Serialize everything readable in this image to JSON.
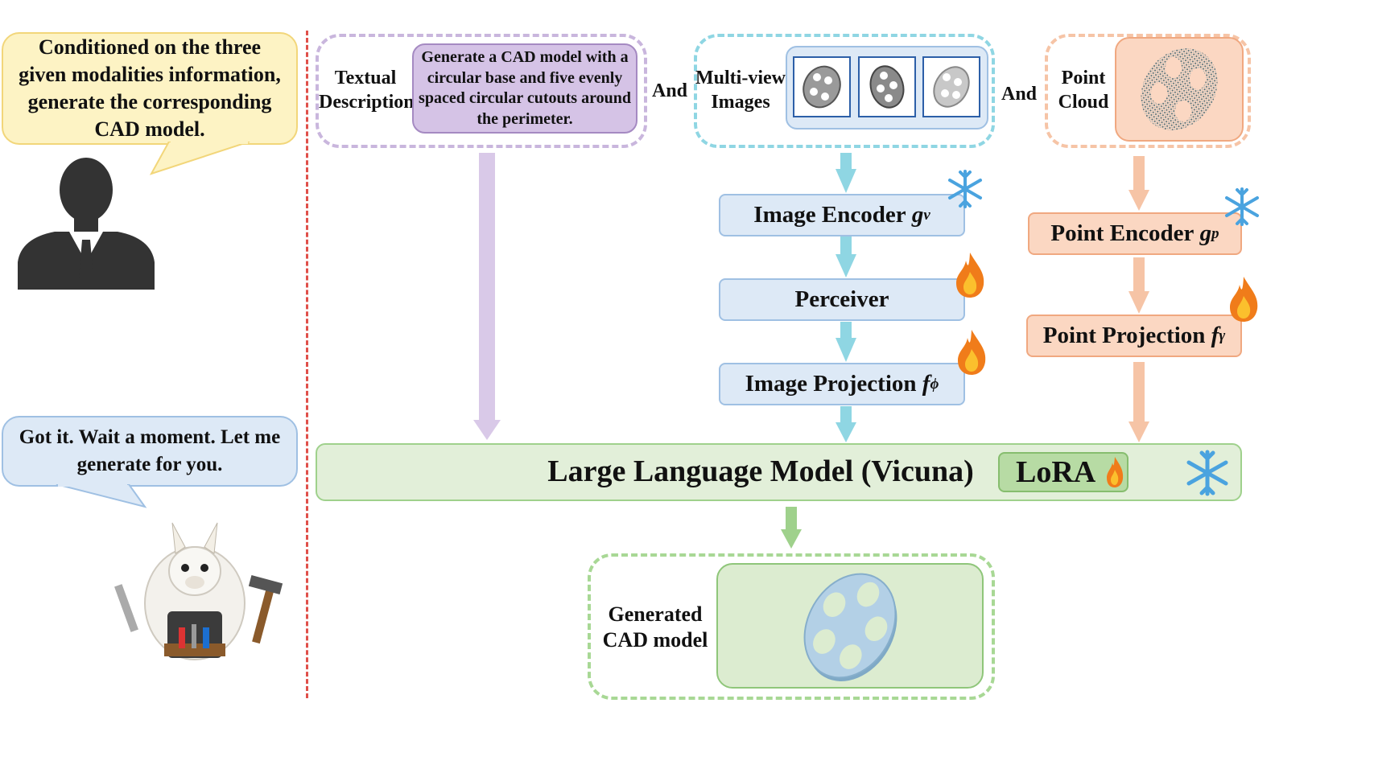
{
  "user_bubble": {
    "text": "Conditioned on the three given modalities information, generate the corresponding CAD model."
  },
  "assistant_bubble": {
    "text": "Got it. Wait a moment. Let me generate for you."
  },
  "textual": {
    "label": "Textual Description",
    "prompt": "Generate a CAD model with a circular base and five evenly spaced circular cutouts around the perimeter."
  },
  "and_1": "And",
  "and_2": "And",
  "multiview": {
    "label": "Multi-view Images"
  },
  "pointcloud": {
    "label": "Point Cloud"
  },
  "blocks": {
    "image_encoder": {
      "text": "Image Encoder ",
      "sym": "g",
      "sub": "v"
    },
    "perceiver": "Perceiver",
    "image_projection": {
      "text": "Image Projection ",
      "sym": "f",
      "sub": "ϕ"
    },
    "point_encoder": {
      "text": "Point Encoder ",
      "sym": "g",
      "sub": "p"
    },
    "point_projection": {
      "text": "Point Projection ",
      "sym": "f",
      "sub": "γ"
    }
  },
  "llm": {
    "label": "Large Language Model (Vicuna)",
    "lora": "LoRA"
  },
  "output": {
    "label": "Generated CAD model"
  },
  "colors": {
    "user_bubble_bg": "#fdf3c4",
    "assistant_bubble_bg": "#dde9f6",
    "text_arrow": "#d9c9e8",
    "image_arrow": "#8fd6e3",
    "point_arrow": "#f6c4a6",
    "llm_bg": "#e2efd9",
    "llm_border": "#9fd18c",
    "divider": "#e0504a"
  },
  "icons": [
    "person-silhouette-icon",
    "llama-mascot-icon",
    "snowflake-icon",
    "flame-icon"
  ]
}
